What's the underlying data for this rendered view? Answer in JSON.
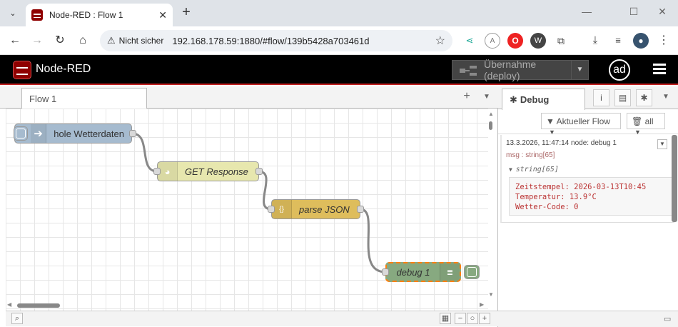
{
  "browser": {
    "tab_title": "Node-RED : Flow 1",
    "tab_close": "✕",
    "new_tab": "+",
    "security_label": "Nicht sicher",
    "url": "192.168.178.59:1880/#flow/139b5428a703461d"
  },
  "header": {
    "app_name": "Node-RED",
    "deploy_label": "Übernahme (deploy)",
    "user_initials": "ad"
  },
  "workspace": {
    "flow_tab": "Flow 1",
    "add_symbol": "+",
    "nodes": {
      "inject": "hole Wetterdaten",
      "http": "GET Response",
      "json": "parse JSON",
      "debug": "debug 1"
    }
  },
  "sidebar": {
    "tab_label": "Debug",
    "filter_label": "Aktueller Flow",
    "clear_label": "all",
    "message": {
      "meta": "13.3.2026, 11:47:14   node: debug 1",
      "type": "msg : string[65]",
      "tree_label": "string[65]",
      "payload": "Zeitstempel: 2026-03-13T10:45\nTemperatur: 13.9°C\nWetter-Code: 0"
    }
  },
  "colors": {
    "node_red_brand": "#8f0000",
    "inject_node": "#a6bbcf",
    "http_node": "#e7e7ae",
    "json_node": "#debd5c",
    "debug_node": "#87a980",
    "selection": "#ff7f0e"
  }
}
